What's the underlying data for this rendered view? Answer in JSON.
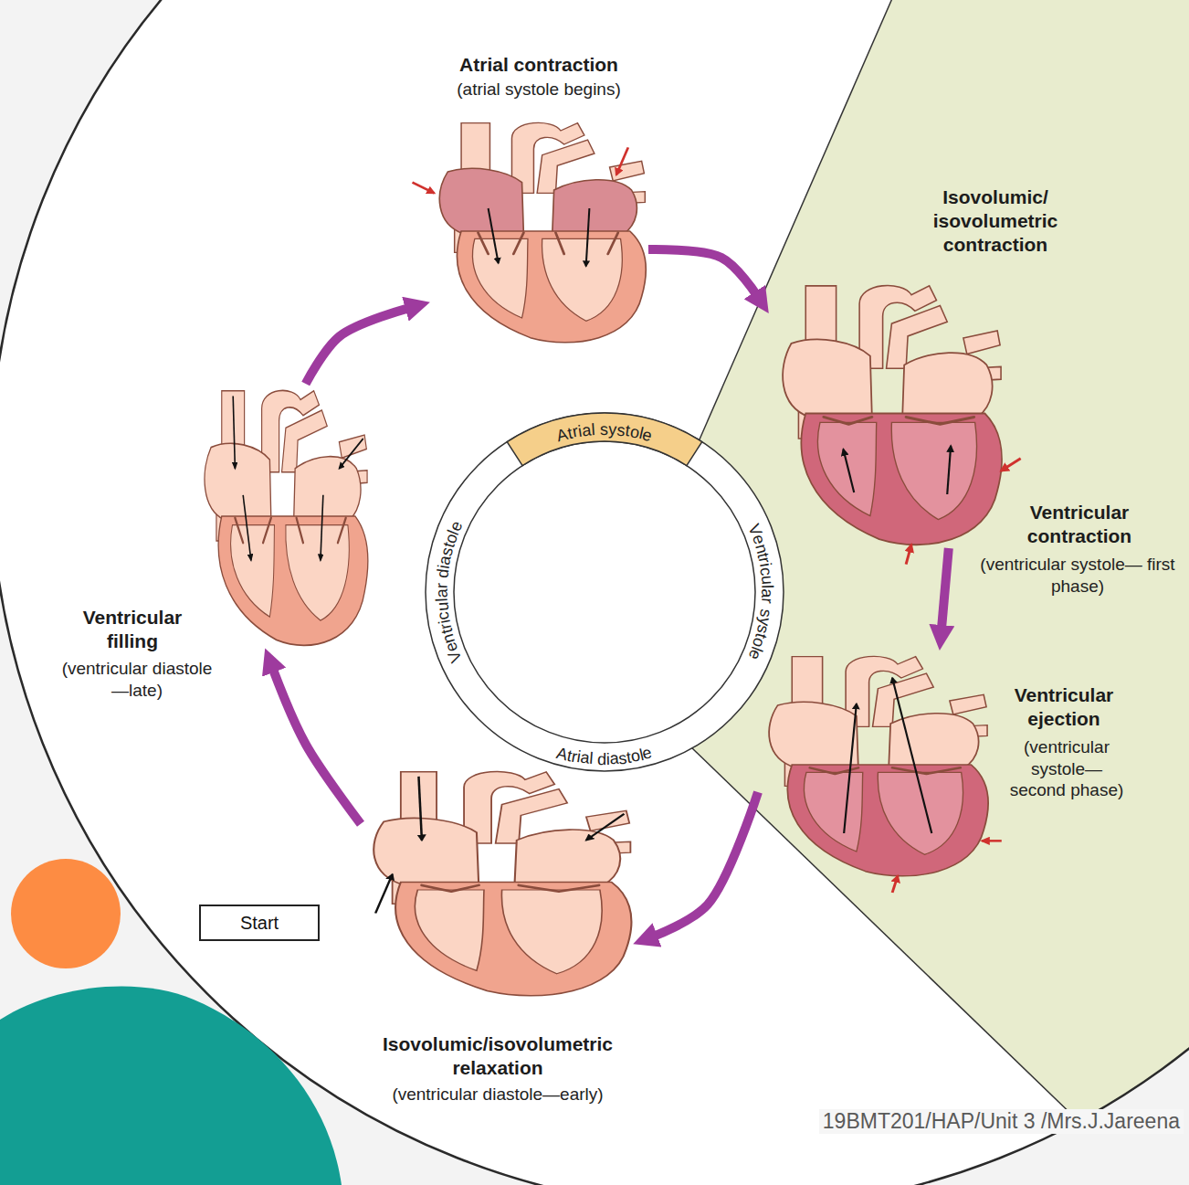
{
  "diagram": {
    "nodes": [
      {
        "text": [
          "Atrial contraction",
          "(atrial systole begins)"
        ]
      },
      {
        "text": [
          "Isovolumic/ isovolumetric contraction",
          "Ventricular contraction",
          "(ventricular systole— first phase)"
        ]
      },
      {
        "text": [
          "Ventricular ejection",
          "(ventricular systole— second phase)"
        ]
      },
      {
        "text": [
          "Isovolumic/isovolumetric relaxation",
          "(ventricular diastole—early)"
        ]
      },
      {
        "text": [
          "Ventricular filling",
          "(ventricular diastole—late)"
        ]
      },
      {
        "text": [
          "Start"
        ]
      }
    ],
    "edges": [
      {
        "from": 0,
        "to": 1,
        "arrow": "to"
      },
      {
        "from": 1,
        "to": 2,
        "arrow": "to"
      },
      {
        "from": 2,
        "to": 3,
        "arrow": "to"
      },
      {
        "from": 3,
        "to": 4,
        "arrow": "to"
      },
      {
        "from": 4,
        "to": 0,
        "arrow": "to"
      }
    ],
    "labels": [
      "Atrial systole",
      "Ventricular diastole",
      "Ventricular systole",
      "Atrial diastole",
      "19BMT201/HAP/Unit 3 /Mrs.J.Jareena"
    ]
  }
}
